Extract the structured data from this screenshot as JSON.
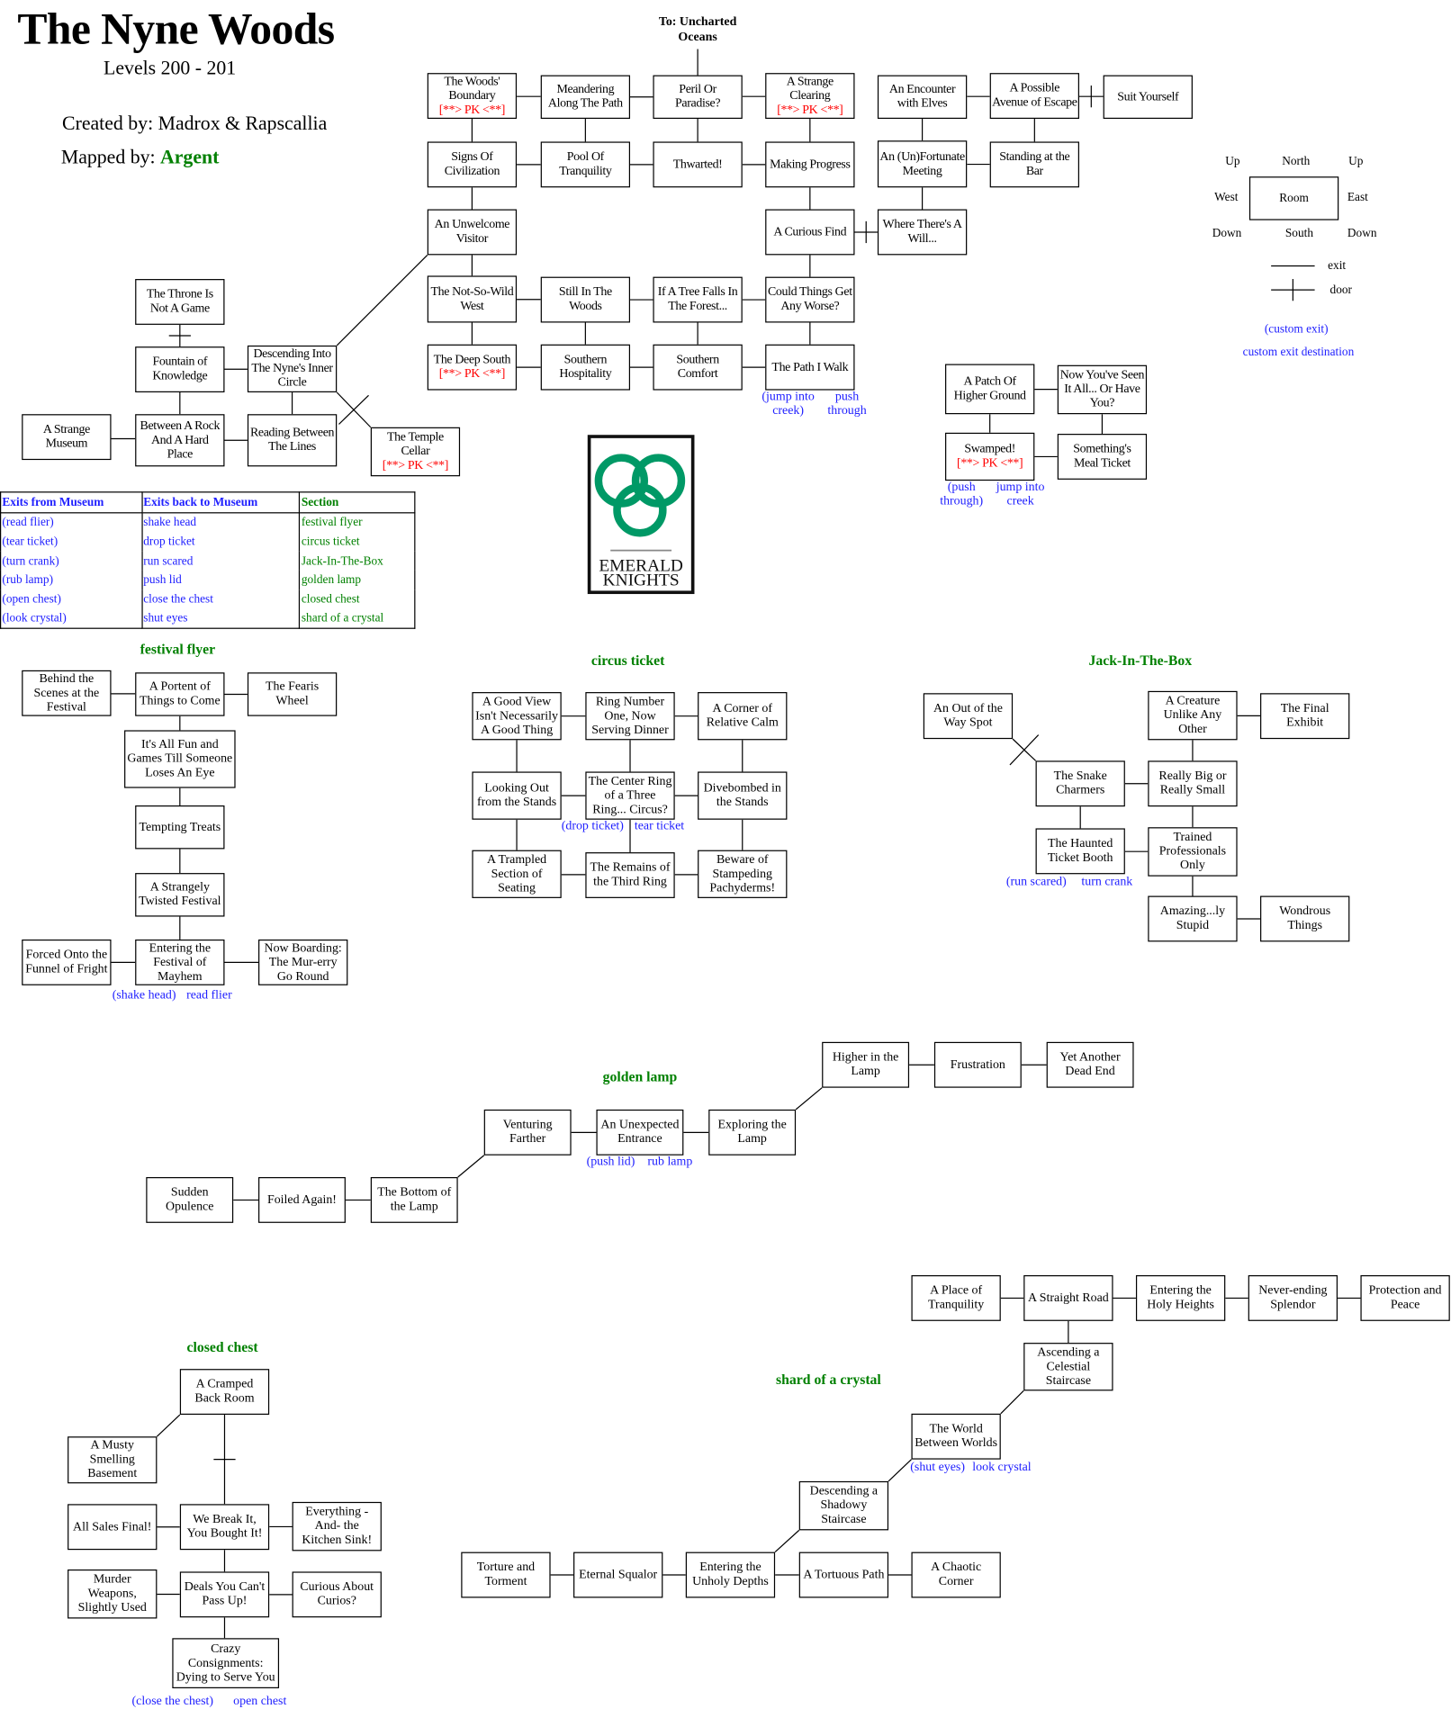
{
  "header": {
    "title": "The Nyne Woods",
    "levels": "Levels 200 - 201",
    "created_by": "Created by: Madrox & Rapscallia",
    "mapped_by_label": "Mapped by:",
    "mapped_by_name": "Argent",
    "exit_to": "To: Uncharted Oceans"
  },
  "colors": {
    "link": "#2020ff",
    "section": "#008000",
    "pk": "#ff0000",
    "logo": "#009966"
  },
  "logo": {
    "line1": "EMERALD",
    "line2": "KNIGHTS"
  },
  "legend": {
    "up_left": "Up",
    "north": "North",
    "up_right": "Up",
    "west": "West",
    "room": "Room",
    "east": "East",
    "down_left": "Down",
    "south": "South",
    "down_right": "Down",
    "exit": "exit",
    "door": "door",
    "custom_exit": "(custom exit)",
    "custom_exit_destination": "custom exit destination"
  },
  "pk_tag": "[**> PK <**]",
  "table": {
    "headers": [
      "Exits from Museum",
      "Exits back to Museum",
      "Section"
    ],
    "rows": [
      [
        "(read flier)",
        "shake head",
        "festival flyer"
      ],
      [
        "(tear ticket)",
        "drop ticket",
        "circus ticket"
      ],
      [
        "(turn crank)",
        "run scared",
        "Jack-In-The-Box"
      ],
      [
        "(rub lamp)",
        "push lid",
        "golden lamp"
      ],
      [
        "(open chest)",
        "close the chest",
        "closed chest"
      ],
      [
        "(look crystal)",
        "shut eyes",
        "shard of a crystal"
      ]
    ]
  },
  "sections": {
    "festival": "festival flyer",
    "circus": "circus ticket",
    "jack": "Jack-In-The-Box",
    "lamp": "golden lamp",
    "chest": "closed chest",
    "crystal": "shard of a crystal"
  },
  "rooms": {
    "woods": {
      "label": "The Woods' Boundary",
      "pk": true
    },
    "meander": {
      "label": "Meandering Along The Path"
    },
    "peril": {
      "label": "Peril Or Paradise?"
    },
    "clearing": {
      "label": "A Strange Clearing",
      "pk": true
    },
    "elves": {
      "label": "An Encounter with Elves"
    },
    "avenue": {
      "label": "A Possible Avenue of Escape"
    },
    "suit": {
      "label": "Suit Yourself"
    },
    "signs": {
      "label": "Signs Of Civilization"
    },
    "pool": {
      "label": "Pool Of Tranquility"
    },
    "thwarted": {
      "label": "Thwarted!"
    },
    "making": {
      "label": "Making Progress"
    },
    "unfortunate": {
      "label": "An (Un)Fortunate Meeting"
    },
    "standing": {
      "label": "Standing at the Bar"
    },
    "unwelcome": {
      "label": "An Unwelcome Visitor"
    },
    "curious": {
      "label": "A Curious Find"
    },
    "will": {
      "label": "Where There's A Will..."
    },
    "notso": {
      "label": "The Not-So-Wild West"
    },
    "still": {
      "label": "Still In The Woods"
    },
    "tree": {
      "label": "If A Tree Falls In The Forest..."
    },
    "could": {
      "label": "Could Things Get Any Worse?"
    },
    "deep": {
      "label": "The Deep South",
      "pk": true
    },
    "hosp": {
      "label": "Southern Hospitality"
    },
    "comfort": {
      "label": "Southern Comfort"
    },
    "path": {
      "label": "The Path I Walk"
    },
    "throne": {
      "label": "The Throne Is Not A Game"
    },
    "fountain": {
      "label": "Fountain of Knowledge"
    },
    "descending": {
      "label": "Descending Into The Nyne's Inner Circle"
    },
    "between": {
      "label": "Between A Rock And A Hard Place"
    },
    "reading": {
      "label": "Reading Between The Lines"
    },
    "museum": {
      "label": "A Strange Museum"
    },
    "temple": {
      "label": "The Temple Cellar",
      "pk": true
    },
    "patch": {
      "label": "A Patch Of Higher Ground"
    },
    "seen": {
      "label": "Now You've Seen It All... Or Have You?"
    },
    "swamped": {
      "label": "Swamped!",
      "pk": true
    },
    "meal": {
      "label": "Something's Meal Ticket"
    },
    "f_behind": {
      "label": "Behind the Scenes at the Festival"
    },
    "f_portent": {
      "label": "A Portent of Things to Come"
    },
    "f_fearis": {
      "label": "The Fearis Wheel"
    },
    "f_fun": {
      "label": "It's All Fun and Games Till Someone Loses An Eye"
    },
    "f_tempting": {
      "label": "Tempting Treats"
    },
    "f_twisted": {
      "label": "A Strangely Twisted Festival"
    },
    "f_forced": {
      "label": "Forced Onto the Funnel of Fright"
    },
    "f_entering": {
      "label": "Entering the Festival of Mayhem"
    },
    "f_boarding": {
      "label": "Now Boarding: The Mur-erry Go Round"
    },
    "c_view": {
      "label": "A Good View Isn't Necessarily A Good Thing"
    },
    "c_ring1": {
      "label": "Ring Number One, Now Serving Dinner"
    },
    "c_corner": {
      "label": "A Corner of Relative Calm"
    },
    "c_looking": {
      "label": "Looking Out from the Stands"
    },
    "c_center": {
      "label": "The Center Ring of a Three Ring... Circus?"
    },
    "c_dive": {
      "label": "Divebombed in the Stands"
    },
    "c_trampled": {
      "label": "A Trampled Section of Seating"
    },
    "c_remains": {
      "label": "The Remains of the Third Ring"
    },
    "c_beware": {
      "label": "Beware of Stampeding Pachyderms!"
    },
    "j_out": {
      "label": "An Out of the Way Spot"
    },
    "j_creature": {
      "label": "A Creature Unlike Any Other"
    },
    "j_final": {
      "label": "The Final Exhibit"
    },
    "j_snake": {
      "label": "The Snake Charmers"
    },
    "j_big": {
      "label": "Really Big or Really Small"
    },
    "j_haunted": {
      "label": "The Haunted Ticket Booth"
    },
    "j_trained": {
      "label": "Trained Professionals Only"
    },
    "j_amazing": {
      "label": "Amazing...ly Stupid"
    },
    "j_wondrous": {
      "label": "Wondrous Things"
    },
    "l_higher": {
      "label": "Higher in the Lamp"
    },
    "l_frust": {
      "label": "Frustration"
    },
    "l_dead": {
      "label": "Yet Another Dead End"
    },
    "l_venturing": {
      "label": "Venturing Farther"
    },
    "l_unexpected": {
      "label": "An Unexpected Entrance"
    },
    "l_exploring": {
      "label": "Exploring the Lamp"
    },
    "l_sudden": {
      "label": "Sudden Opulence"
    },
    "l_foiled": {
      "label": "Foiled Again!"
    },
    "l_bottom": {
      "label": "The Bottom of the Lamp"
    },
    "h_cramped": {
      "label": "A Cramped Back Room"
    },
    "h_musty": {
      "label": "A Musty Smelling Basement"
    },
    "h_sales": {
      "label": "All Sales Final!"
    },
    "h_break": {
      "label": "We Break It, You Bought It!"
    },
    "h_sink": {
      "label": "Everything -And- the Kitchen Sink!"
    },
    "h_murder": {
      "label": "Murder Weapons, Slightly Used"
    },
    "h_deals": {
      "label": "Deals You Can't Pass Up!"
    },
    "h_curios": {
      "label": "Curious About Curios?"
    },
    "h_crazy": {
      "label": "Crazy Consignments: Dying to Serve You"
    },
    "s_place": {
      "label": "A Place of Tranquility"
    },
    "s_road": {
      "label": "A Straight Road"
    },
    "s_holy": {
      "label": "Entering the Holy Heights"
    },
    "s_never": {
      "label": "Never-ending Splendor"
    },
    "s_protect": {
      "label": "Protection and Peace"
    },
    "s_ascend": {
      "label": "Ascending a Celestial Staircase"
    },
    "s_world": {
      "label": "The World Between Worlds"
    },
    "s_shadowy": {
      "label": "Descending a Shadowy Staircase"
    },
    "s_torture": {
      "label": "Torture and Torment"
    },
    "s_squalor": {
      "label": "Eternal Squalor"
    },
    "s_unholy": {
      "label": "Entering the Unholy Depths"
    },
    "s_tortuous": {
      "label": "A Tortuous Path"
    },
    "s_chaotic": {
      "label": "A Chaotic Corner"
    }
  },
  "exit_labels": {
    "path_creek": "(jump into creek)",
    "path_push": "push through",
    "swamp_push": "(push through)",
    "swamp_creek": "jump into creek",
    "fest_shake": "(shake head)",
    "fest_read": "read flier",
    "circ_drop": "(drop ticket)",
    "circ_tear": "tear ticket",
    "jack_run": "(run scared)",
    "jack_turn": "turn crank",
    "lamp_push": "(push lid)",
    "lamp_rub": "rub lamp",
    "chest_close": "(close the chest)",
    "chest_open": "open chest",
    "crys_shut": "(shut eyes)",
    "crys_look": "look crystal"
  }
}
